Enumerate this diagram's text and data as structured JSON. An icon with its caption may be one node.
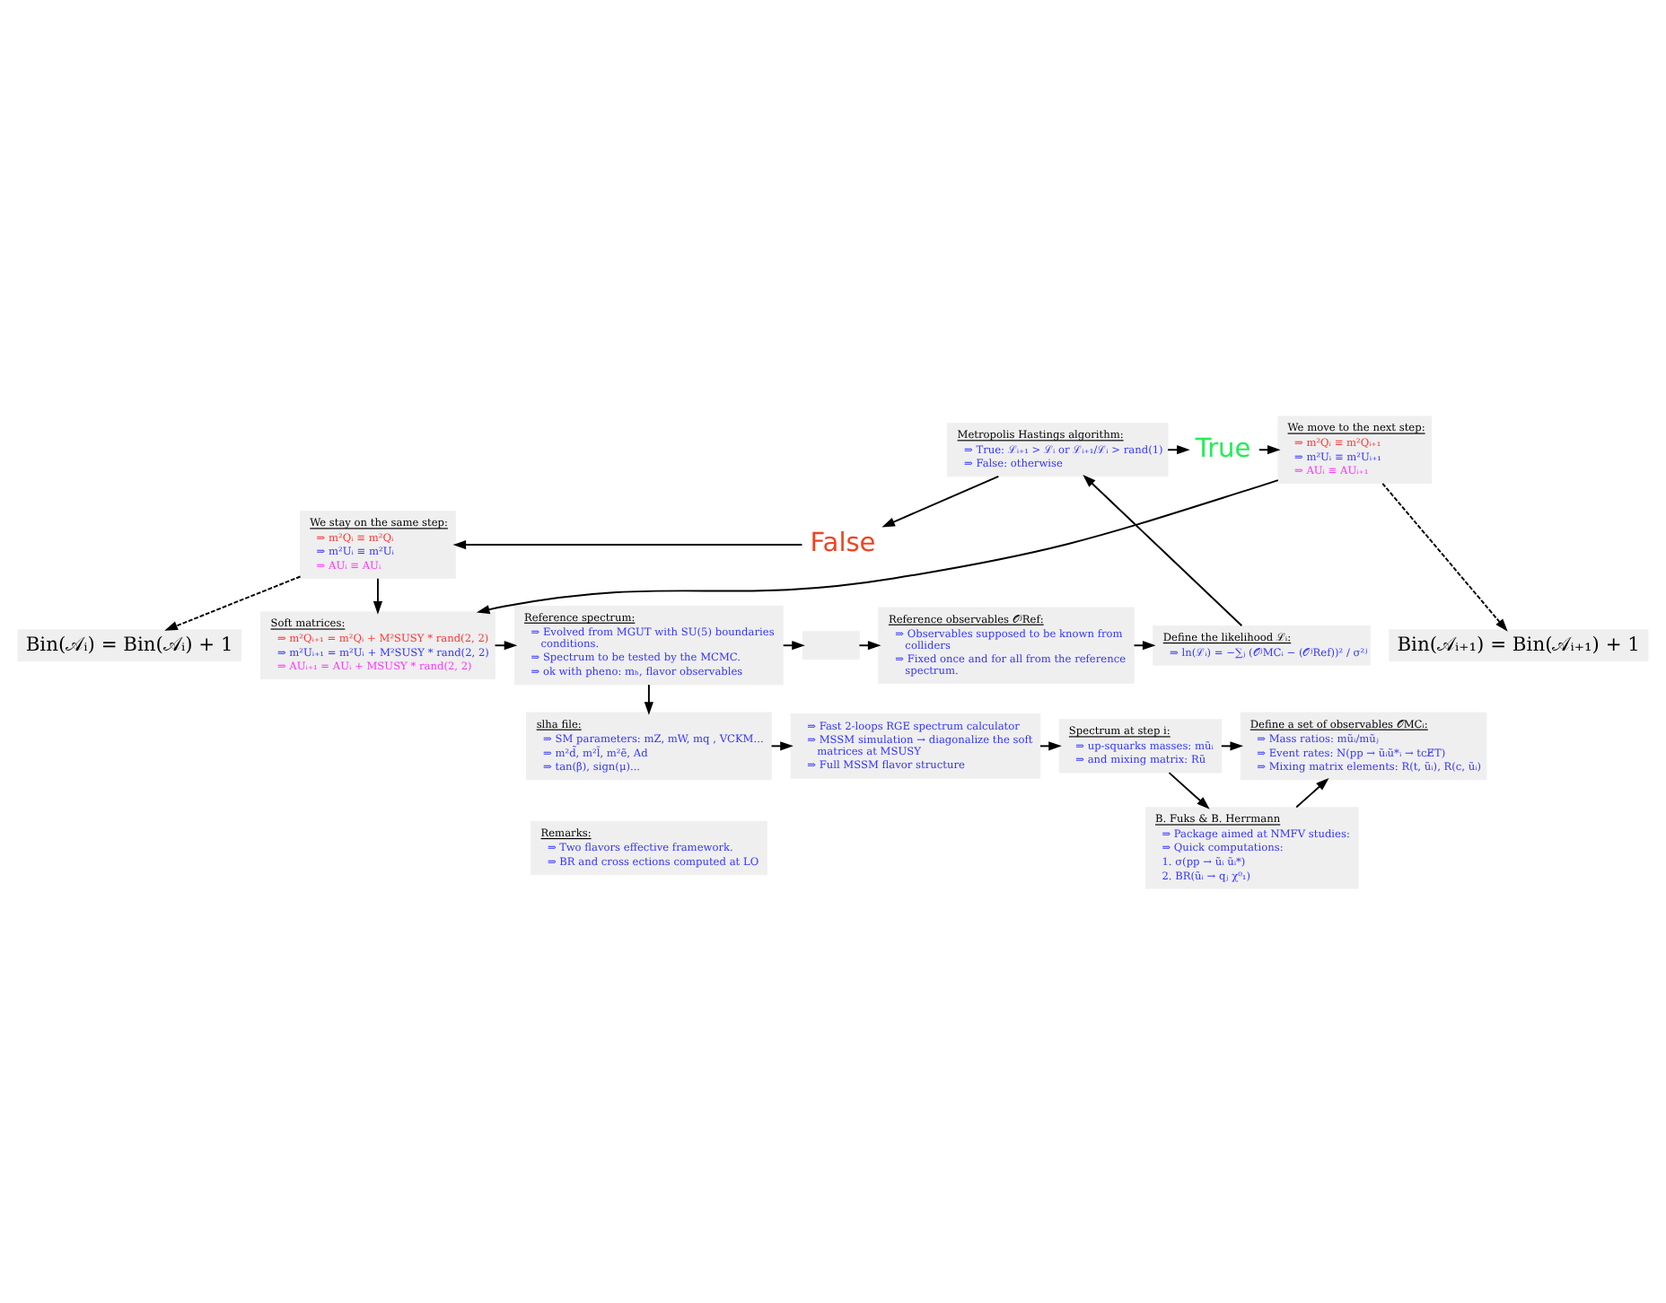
{
  "diagram": {
    "nodes": [
      {
        "text": [
          "Bin(𝒜ᵢ) = Bin(𝒜ᵢ) + 1"
        ]
      },
      {
        "text": [
          "Bin(𝒜ᵢ₊₁) = Bin(𝒜ᵢ₊₁) + 1"
        ]
      },
      {
        "text": [
          "We move to the next step:",
          "⇒ m²Qᵢ ≡ m²Qᵢ₊₁",
          "⇒ m²Uᵢ ≡ m²Uᵢ₊₁",
          "⇒ AUᵢ ≡ AUᵢ₊₁"
        ]
      },
      {
        "text": [
          "True"
        ]
      },
      {
        "text": [
          "Metropolis Hastings algorithm:",
          "⇒ True: ℒᵢ₊₁ > ℒᵢ or ℒᵢ₊₁/ℒᵢ > rand(1)",
          "⇒ False: otherwise"
        ]
      },
      {
        "text": [
          "We stay on the same step:",
          "⇒ m²Qᵢ ≡ m²Qᵢ",
          "⇒ m²Uᵢ ≡ m²Uᵢ",
          "⇒ AUᵢ ≡ AUᵢ"
        ]
      },
      {
        "text": [
          "False"
        ]
      },
      {
        "text": [
          "Soft matrices:",
          "⇒ m²Qᵢ₊₁ = m²Qᵢ + M²SUSY * rand(2, 2)",
          "⇒ m²Uᵢ₊₁ = m²Uᵢ + M²SUSY * rand(2, 2)",
          "⇒ AUᵢ₊₁ = AUᵢ + MSUSY * rand(2, 2)"
        ]
      },
      {
        "text": [
          "Reference spectrum:",
          "⇒ Evolved from MGUT with SU(5) boundaries conditions.",
          "⇒ Spectrum to be tested by the MCMC.",
          "⇒ ok with pheno: mₕ, flavor observables"
        ]
      },
      {
        "text": [],
        "shape": "box"
      },
      {
        "text": [
          "Reference observables 𝒪ʲRef:",
          "⇒ Observables supposed to be known from colliders",
          "⇒ Fixed once and for all from the reference spectrum."
        ]
      },
      {
        "text": [
          "Define the likelihood ℒᵢ:",
          "⇒ ln(ℒᵢ) = −∑ⱼ (𝒪ʲMCᵢ − (𝒪ʲRef))² / σ²ʲ"
        ]
      },
      {
        "text": [
          "slha file:",
          "⇒ SM parameters: mZ, mW, mq , VCKM...",
          "⇒ m²d̃, m²l̃, m²ẽ, Ad",
          "⇒ tan(β), sign(μ)..."
        ]
      },
      {
        "text": [
          "⇒ Fast 2-loops RGE spectrum calculator",
          "⇒ MSSM simulation → diagonalize the soft matrices at MSUSY",
          "⇒ Full MSSM flavor structure"
        ]
      },
      {
        "text": [
          "Spectrum at step i:",
          "⇒ up-squarks masses: mũᵢ",
          "⇒ and mixing matrix: Rũ"
        ]
      },
      {
        "text": [
          "Define a set of observables 𝒪MCᵢ:",
          "⇒ Mass ratios: mũᵢ/mũⱼ",
          "⇒ Event rates: N(pp → ũᵢũ*ᵢ → tcE̸T)",
          "⇒ Mixing matrix elements: R(t, ũᵢ), R(c, ũᵢ)"
        ]
      },
      {
        "text": [
          "Remarks:",
          "⇒ Two flavors effective framework.",
          "⇒ BR and cross ections computed at LO"
        ]
      },
      {
        "text": [
          "B. Fuks & B. Herrmann",
          "⇒ Package aimed at NMFV studies:",
          "⇒ Quick computations:",
          "1. σ(pp → ũᵢ ũᵢ*)",
          "2. BR(ũᵢ → qⱼ χ⁰₁)"
        ]
      }
    ],
    "edges": [
      {
        "from": 4,
        "to": 3,
        "arrow": "to"
      },
      {
        "from": 3,
        "to": 2,
        "arrow": "to"
      },
      {
        "from": 4,
        "to": 6,
        "arrow": "to"
      },
      {
        "from": 6,
        "to": 5,
        "arrow": "to"
      },
      {
        "from": 2,
        "to": 7,
        "arrow": "to"
      },
      {
        "from": 2,
        "to": 1,
        "arrow": "to",
        "style": "dashed"
      },
      {
        "from": 5,
        "to": 7,
        "arrow": "to"
      },
      {
        "from": 5,
        "to": 0,
        "arrow": "to",
        "style": "dashed"
      },
      {
        "from": 7,
        "to": 8,
        "arrow": "to"
      },
      {
        "from": 8,
        "to": 9,
        "arrow": "to"
      },
      {
        "from": 9,
        "to": 10,
        "arrow": "to"
      },
      {
        "from": 10,
        "to": 11,
        "arrow": "to"
      },
      {
        "from": 11,
        "to": 4,
        "arrow": "to"
      },
      {
        "from": 8,
        "to": 12,
        "arrow": "to"
      },
      {
        "from": 12,
        "to": 13,
        "arrow": "to"
      },
      {
        "from": 13,
        "to": 14,
        "arrow": "to"
      },
      {
        "from": 14,
        "to": 15,
        "arrow": "to"
      },
      {
        "from": 14,
        "to": 17,
        "arrow": "to"
      },
      {
        "from": 17,
        "to": 15,
        "arrow": "to"
      }
    ]
  }
}
